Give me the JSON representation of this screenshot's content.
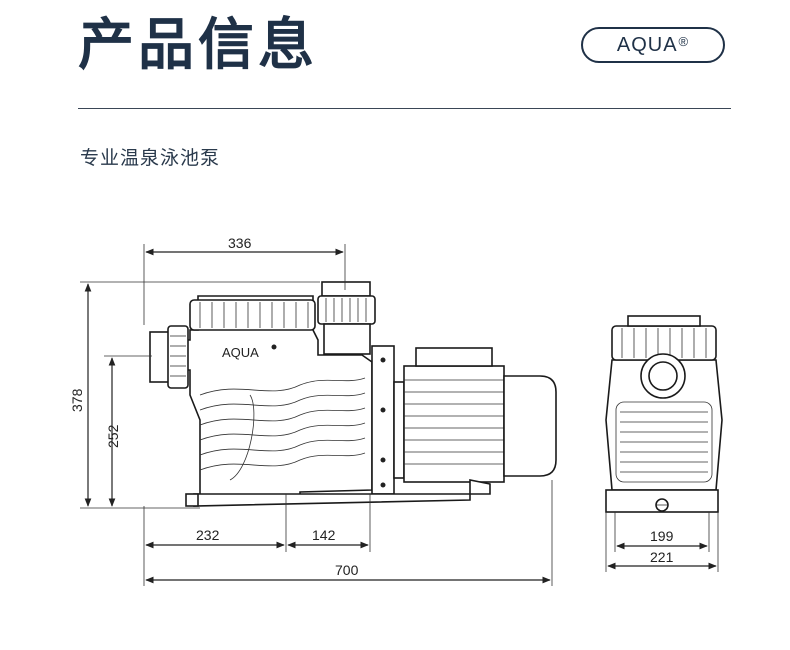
{
  "header": {
    "title": "产品信息",
    "brand": "AQUA",
    "brand_mark": "®"
  },
  "subtitle": "专业温泉泳池泵",
  "drawing": {
    "body_label": "AQUA",
    "dimensions": {
      "top_width": "336",
      "total_height": "378",
      "inlet_height": "252",
      "base_left": "232",
      "base_right": "142",
      "total_length": "700",
      "front_inner_width": "199",
      "front_outer_width": "221"
    },
    "colors": {
      "ink": "#1f3147",
      "line": "#222222"
    }
  }
}
